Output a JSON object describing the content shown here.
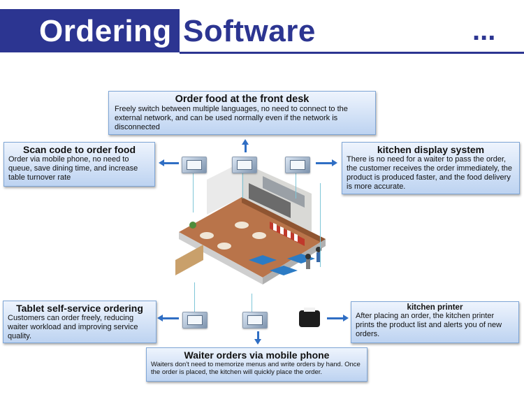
{
  "header": {
    "title_word1": "Ordering",
    "title_word2": "Software",
    "ellipsis": "..."
  },
  "features": {
    "front_desk": {
      "title": "Order food at the front desk",
      "desc": "Freely switch between multiple languages, no need to connect to the external network, and can be used normally even if the network is disconnected"
    },
    "scan_code": {
      "title": "Scan code to order food",
      "desc": "Order via mobile phone, no need to queue, save dining time, and increase table turnover rate"
    },
    "kitchen_display": {
      "title": "kitchen display system",
      "desc": "There is no need for a waiter to pass the order, the customer receives the order immediately, the product is produced faster, and the food delivery is more accurate."
    },
    "tablet": {
      "title": "Tablet self-service ordering",
      "desc": "Customers can order freely, reducing waiter workload and improving service quality."
    },
    "kitchen_printer": {
      "title": "kitchen printer",
      "desc": "After placing an order, the kitchen printer prints the product list and alerts you of new orders."
    },
    "waiter": {
      "title": "Waiter orders via mobile phone",
      "desc": "Waiters don't need to memorize menus and write orders by hand. Once the order is placed, the kitchen will quickly place the order."
    }
  },
  "colors": {
    "brand": "#2c3591",
    "arrow": "#2f6ec4",
    "box_border": "#7fa6d6"
  }
}
